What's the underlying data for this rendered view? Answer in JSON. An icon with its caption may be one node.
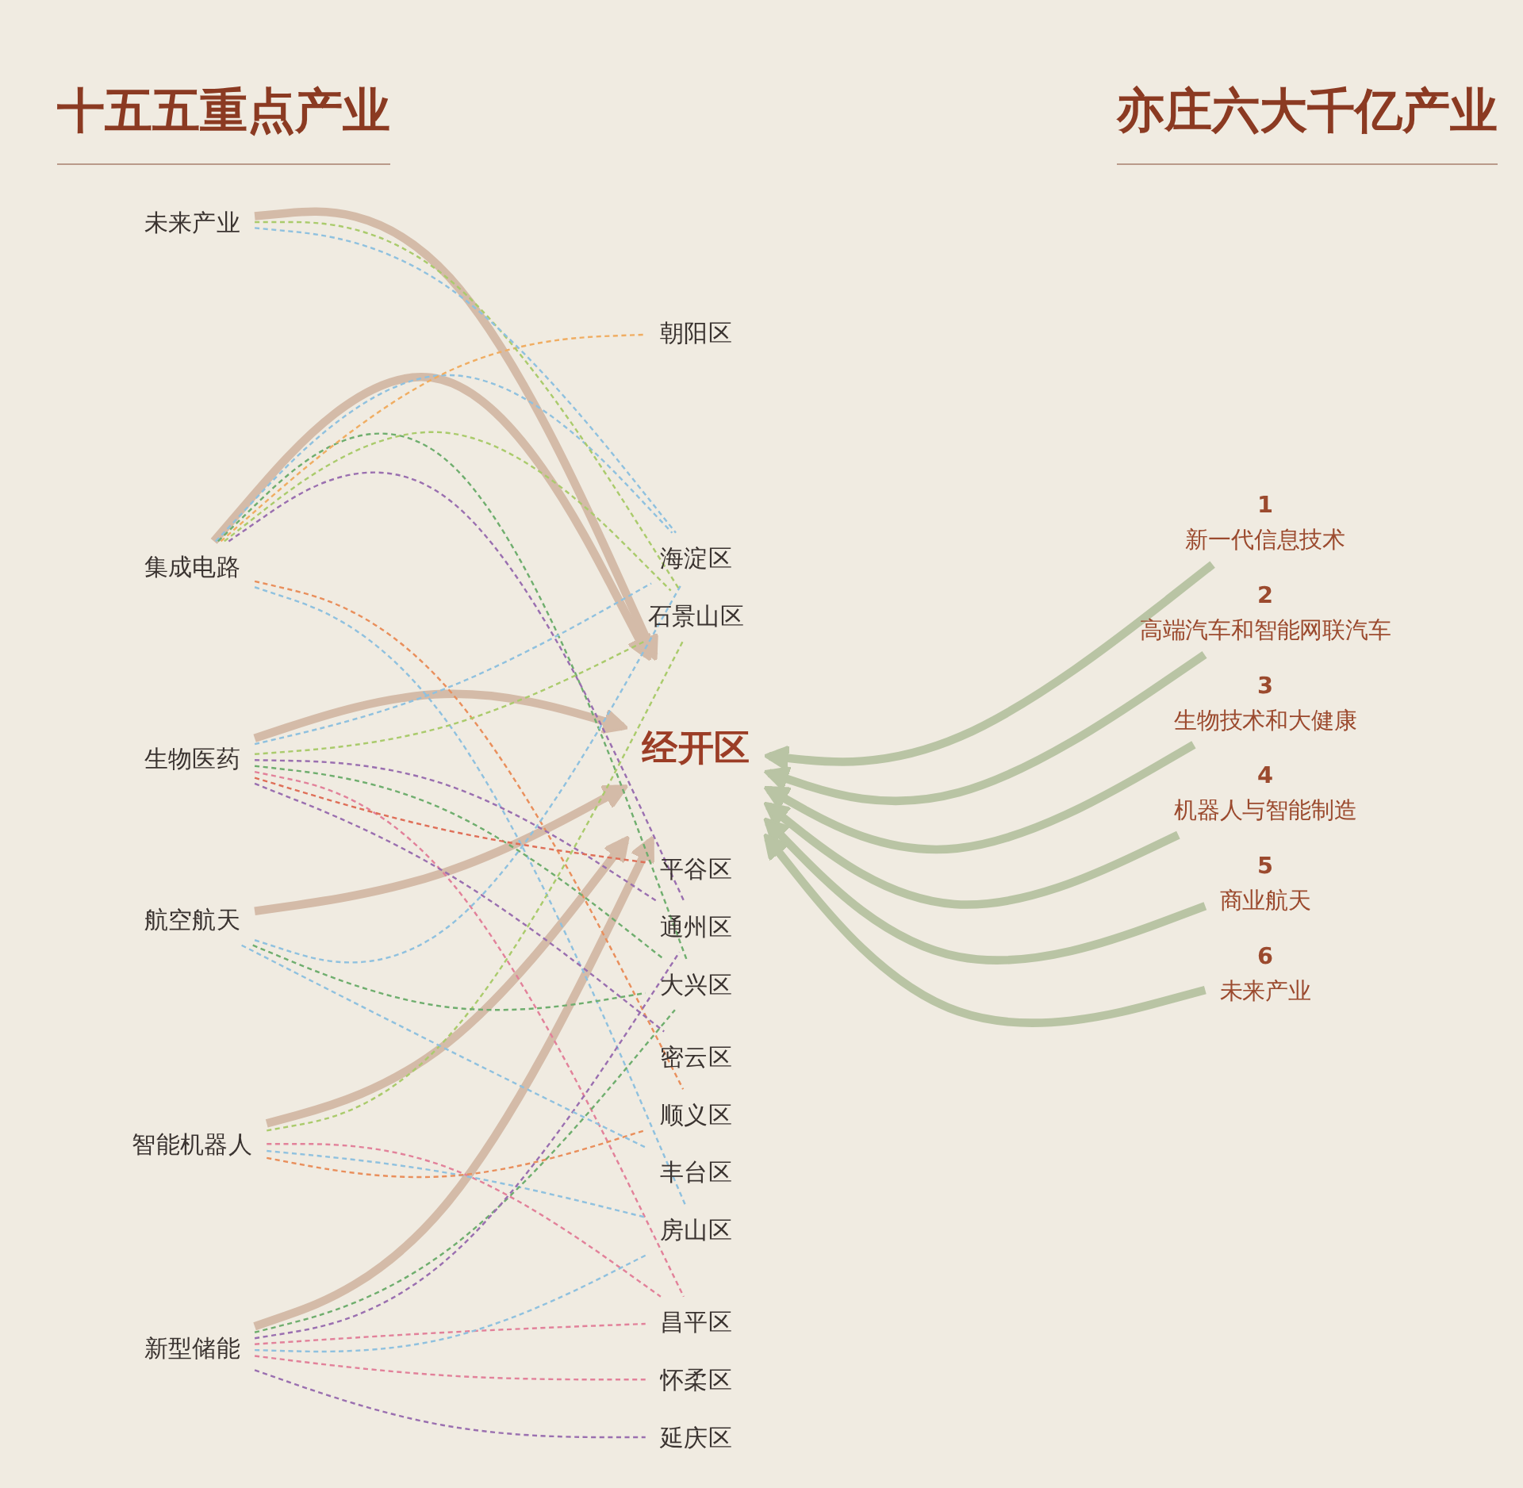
{
  "diagram": {
    "nodes": [
      {
        "text": [
          "集成电路"
        ]
      },
      {
        "text": [
          "生物医药"
        ]
      },
      {
        "text": [
          "智能机器人"
        ]
      },
      {
        "text": [
          "新型储能"
        ]
      },
      {
        "text": [
          "航空航天"
        ]
      },
      {
        "text": [
          "未来产业"
        ]
      },
      {
        "text": [
          "海淀区"
        ]
      },
      {
        "text": [
          "朝阳区"
        ]
      },
      {
        "text": [
          "石景山区"
        ]
      },
      {
        "text": [
          "通州区"
        ]
      },
      {
        "text": [
          "昌平区"
        ]
      },
      {
        "text": [
          "大兴区"
        ]
      },
      {
        "text": [
          "经开区"
        ]
      },
      {
        "text": [
          "平谷区"
        ]
      },
      {
        "text": [
          "密云区"
        ]
      },
      {
        "text": [
          "房山区"
        ]
      },
      {
        "text": [
          "顺义区"
        ]
      },
      {
        "text": [
          "怀柔区"
        ]
      },
      {
        "text": [
          "延庆区"
        ]
      },
      {
        "text": [
          "丰台区"
        ]
      },
      {
        "text": [
          "1",
          "新一代信息技术"
        ]
      },
      {
        "text": [
          "2",
          "高端汽车和智能网联汽车"
        ]
      },
      {
        "text": [
          "3",
          "生物技术和大健康"
        ]
      },
      {
        "text": [
          "4",
          "机器人与智能制造"
        ]
      },
      {
        "text": [
          "5",
          "商业航天"
        ]
      },
      {
        "text": [
          "6",
          "未来产业"
        ]
      }
    ],
    "edges": [
      {
        "from": 0,
        "to": 12,
        "arrow": "to",
        "style": "thick",
        "color": "#d4bba8"
      },
      {
        "from": 1,
        "to": 12,
        "arrow": "to",
        "style": "thick",
        "color": "#d4bba8"
      },
      {
        "from": 2,
        "to": 12,
        "arrow": "to",
        "style": "thick",
        "color": "#d4bba8"
      },
      {
        "from": 3,
        "to": 12,
        "arrow": "to",
        "style": "thick",
        "color": "#d4bba8"
      },
      {
        "from": 4,
        "to": 12,
        "arrow": "to",
        "style": "thick",
        "color": "#d4bba8"
      },
      {
        "from": 5,
        "to": 12,
        "arrow": "to",
        "style": "thick",
        "color": "#d4bba8"
      },
      {
        "from": 0,
        "to": 6,
        "arrow": "none",
        "style": "dashed",
        "color": "#8fc1df"
      },
      {
        "from": 0,
        "to": 11,
        "arrow": "none",
        "style": "dashed",
        "color": "#6fae6e"
      },
      {
        "from": 0,
        "to": 7,
        "arrow": "none",
        "style": "dashed",
        "color": "#f0ad62"
      },
      {
        "from": 0,
        "to": 8,
        "arrow": "none",
        "style": "dashed",
        "color": "#aacb6c"
      },
      {
        "from": 0,
        "to": 9,
        "arrow": "none",
        "style": "dashed",
        "color": "#9a6fb0"
      },
      {
        "from": 0,
        "to": 16,
        "arrow": "none",
        "style": "dashed",
        "color": "#e98f5c"
      },
      {
        "from": 0,
        "to": 15,
        "arrow": "none",
        "style": "dashed",
        "color": "#8fc1df"
      },
      {
        "from": 1,
        "to": 6,
        "arrow": "none",
        "style": "dashed",
        "color": "#8fc1df"
      },
      {
        "from": 1,
        "to": 8,
        "arrow": "none",
        "style": "dashed",
        "color": "#aacb6c"
      },
      {
        "from": 1,
        "to": 9,
        "arrow": "none",
        "style": "dashed",
        "color": "#9a6fb0"
      },
      {
        "from": 1,
        "to": 11,
        "arrow": "none",
        "style": "dashed",
        "color": "#6fae6e"
      },
      {
        "from": 1,
        "to": 10,
        "arrow": "none",
        "style": "dashed",
        "color": "#e2819a"
      },
      {
        "from": 1,
        "to": 13,
        "arrow": "none",
        "style": "dashed",
        "color": "#df6f58"
      },
      {
        "from": 1,
        "to": 14,
        "arrow": "none",
        "style": "dashed",
        "color": "#9a6fb0"
      },
      {
        "from": 2,
        "to": 8,
        "arrow": "none",
        "style": "dashed",
        "color": "#aacb6c"
      },
      {
        "from": 2,
        "to": 10,
        "arrow": "none",
        "style": "dashed",
        "color": "#e2819a"
      },
      {
        "from": 2,
        "to": 15,
        "arrow": "none",
        "style": "dashed",
        "color": "#8fc1df"
      },
      {
        "from": 2,
        "to": 16,
        "arrow": "none",
        "style": "dashed",
        "color": "#e98f5c"
      },
      {
        "from": 3,
        "to": 11,
        "arrow": "none",
        "style": "dashed",
        "color": "#6fae6e"
      },
      {
        "from": 3,
        "to": 9,
        "arrow": "none",
        "style": "dashed",
        "color": "#9a6fb0"
      },
      {
        "from": 3,
        "to": 10,
        "arrow": "none",
        "style": "dashed",
        "color": "#e2819a"
      },
      {
        "from": 3,
        "to": 15,
        "arrow": "none",
        "style": "dashed",
        "color": "#8fc1df"
      },
      {
        "from": 3,
        "to": 17,
        "arrow": "none",
        "style": "dashed",
        "color": "#e2819a"
      },
      {
        "from": 3,
        "to": 18,
        "arrow": "none",
        "style": "dashed",
        "color": "#9a6fb0"
      },
      {
        "from": 4,
        "to": 6,
        "arrow": "none",
        "style": "dashed",
        "color": "#8fc1df"
      },
      {
        "from": 4,
        "to": 11,
        "arrow": "none",
        "style": "dashed",
        "color": "#6fae6e"
      },
      {
        "from": 4,
        "to": 19,
        "arrow": "none",
        "style": "dashed",
        "color": "#8fc1df"
      },
      {
        "from": 5,
        "to": 8,
        "arrow": "none",
        "style": "dashed",
        "color": "#aacb6c"
      },
      {
        "from": 5,
        "to": 6,
        "arrow": "none",
        "style": "dashed",
        "color": "#8fc1df"
      },
      {
        "from": 20,
        "to": 12,
        "arrow": "to",
        "style": "thick",
        "color": "#b9c4a4"
      },
      {
        "from": 21,
        "to": 12,
        "arrow": "to",
        "style": "thick",
        "color": "#b9c4a4"
      },
      {
        "from": 22,
        "to": 12,
        "arrow": "to",
        "style": "thick",
        "color": "#b9c4a4"
      },
      {
        "from": 23,
        "to": 12,
        "arrow": "to",
        "style": "thick",
        "color": "#b9c4a4"
      },
      {
        "from": 24,
        "to": 12,
        "arrow": "to",
        "style": "thick",
        "color": "#b9c4a4"
      },
      {
        "from": 25,
        "to": 12,
        "arrow": "to",
        "style": "thick",
        "color": "#b9c4a4"
      }
    ],
    "labels": [
      "十五五重点产业",
      "亦庄六大千亿产业"
    ]
  }
}
